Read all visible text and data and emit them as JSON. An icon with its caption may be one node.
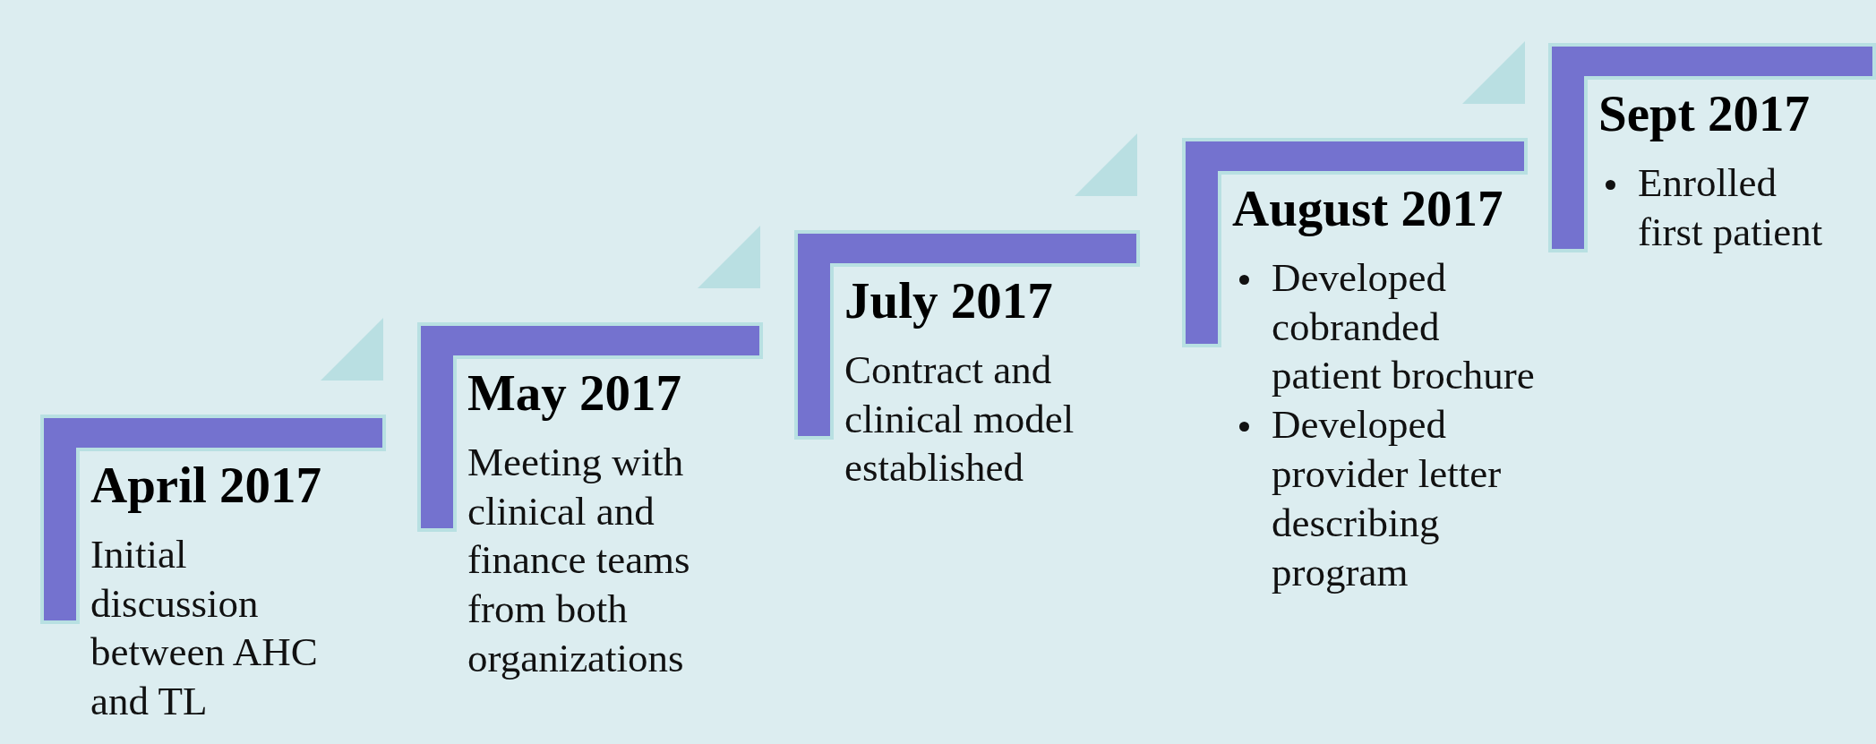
{
  "diagram": {
    "nodes": [
      {
        "text": [
          "April 2017",
          "Initial discussion between AHC and TL"
        ]
      },
      {
        "text": [
          "May 2017",
          "Meeting with clinical and finance teams from both organizations"
        ]
      },
      {
        "text": [
          "July 2017",
          "Contract and clinical model established"
        ]
      },
      {
        "text": [
          "August 2017",
          "Developed cobranded patient brochure",
          "Developed provider letter describing program"
        ]
      },
      {
        "text": [
          "Sept 2017",
          "Enrolled first patient"
        ]
      }
    ],
    "edges": []
  }
}
